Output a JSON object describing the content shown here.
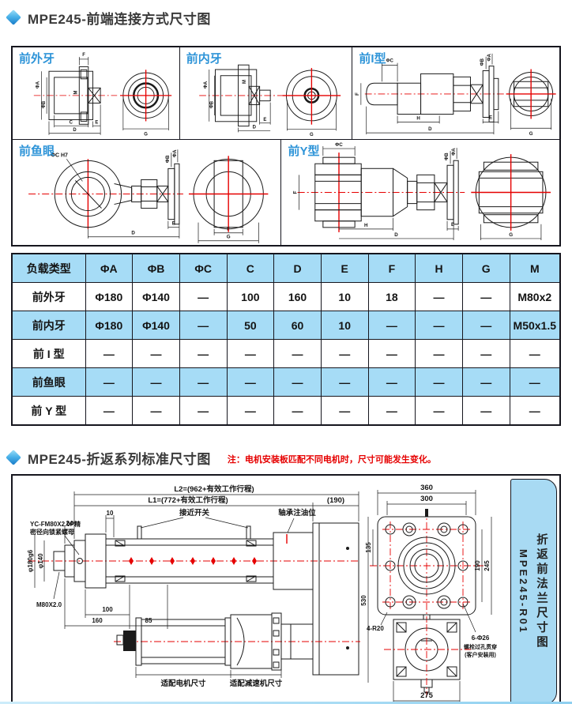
{
  "header1": {
    "title": "MPE245-前端连接方式尺寸图"
  },
  "header2": {
    "title": "MPE245-折返系列标准尺寸图",
    "note": "注：电机安装板匹配不同电机时，尺寸可能发生变化。"
  },
  "panel1": {
    "cells": {
      "waiya": {
        "title": "前外牙",
        "labels": {
          "f": "F",
          "phiA": "ΦA",
          "phiB": "ΦB",
          "m": "M",
          "c": "C",
          "d": "D",
          "e": "E",
          "g": "G"
        }
      },
      "neiya": {
        "title": "前内牙",
        "labels": {
          "phiA": "ΦA",
          "phiB": "ΦB",
          "m": "M",
          "d": "D",
          "e": "E",
          "g": "G"
        }
      },
      "itype": {
        "title": "前I型",
        "labels": {
          "phiC": "ΦC",
          "f": "F",
          "h": "H",
          "d": "D",
          "e": "E",
          "phiB": "ΦB",
          "phiA": "ΦA",
          "g": "G"
        }
      },
      "yuyan": {
        "title": "前鱼眼",
        "labels": {
          "phiC": "ΦC H7",
          "phiB": "ΦB",
          "phiA": "ΦA",
          "d": "D",
          "e": "E",
          "f": "F",
          "g": "G"
        }
      },
      "ytype": {
        "title": "前Y型",
        "labels": {
          "phiC": "ΦC",
          "f": "F",
          "h": "H",
          "d": "D",
          "e": "E",
          "phiB": "ΦB",
          "phiA": "ΦA",
          "g": "G"
        }
      }
    }
  },
  "table": {
    "headers": [
      "负载类型",
      "ΦA",
      "ΦB",
      "ΦC",
      "C",
      "D",
      "E",
      "F",
      "H",
      "G",
      "M"
    ],
    "rows": [
      [
        "前外牙",
        "Φ180",
        "Φ140",
        "—",
        "100",
        "160",
        "10",
        "18",
        "—",
        "—",
        "M80x2"
      ],
      [
        "前内牙",
        "Φ180",
        "Φ140",
        "—",
        "50",
        "60",
        "10",
        "—",
        "—",
        "—",
        "M50x1.5"
      ],
      [
        "前 I 型",
        "—",
        "—",
        "—",
        "—",
        "—",
        "—",
        "—",
        "—",
        "—",
        "—"
      ],
      [
        "前鱼眼",
        "—",
        "—",
        "—",
        "—",
        "—",
        "—",
        "—",
        "—",
        "—",
        "—"
      ],
      [
        "前 Y 型",
        "—",
        "—",
        "—",
        "—",
        "—",
        "—",
        "—",
        "—",
        "—",
        "—"
      ]
    ]
  },
  "drawing2": {
    "dims": {
      "l2": "L2=(962+有效工作行程)",
      "l1": "L1=(772+有效工作行程)",
      "d190p": "(190)",
      "d10": "10",
      "d24": "24",
      "phi180": "φ180g6",
      "phi140": "φ140",
      "m80": "M80X2.0",
      "d100": "100",
      "d160": "160",
      "d85": "85"
    },
    "labels": {
      "nut1": "YC-FM80X2.0P精",
      "nut2": "密径向锁紧螺母",
      "switch": "接近开关",
      "oil": "轴承注油位",
      "motor": "适配电机尺寸",
      "reducer": "适配减速机尺寸"
    },
    "flange": {
      "d360": "360",
      "d300": "300",
      "d135": "135",
      "d190": "190",
      "d245": "245",
      "d530": "530",
      "d275": "275",
      "r20": "4-R20",
      "holes1": "6-Φ26",
      "holes2": "螺栓过孔贯穿",
      "holes3": "(客户安装用)"
    },
    "tab": {
      "line1": "折返前法兰尺寸图",
      "line2": "MPE245-R01"
    }
  }
}
